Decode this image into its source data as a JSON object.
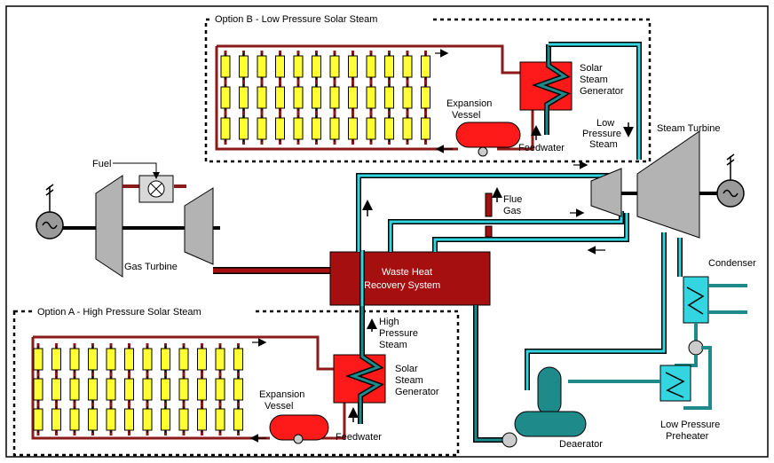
{
  "labels": {
    "option_b": "Option B - Low Pressure Solar Steam",
    "option_a": "Option A - High Pressure Solar Steam",
    "fuel": "Fuel",
    "gas_turbine": "Gas Turbine",
    "steam_turbine": "Steam Turbine",
    "condenser": "Condenser",
    "flue_gas_1": "Flue",
    "flue_gas_2": "Gas",
    "whrs_1": "Waste Heat",
    "whrs_2": "Recovery System",
    "deaerator": "Deaerator",
    "lp_preheater_1": "Low Pressure",
    "lp_preheater_2": "Preheater",
    "sg_b_1": "Solar",
    "sg_b_2": "Steam",
    "sg_b_3": "Generator",
    "sg_a_1": "Solar",
    "sg_a_2": "Steam",
    "sg_a_3": "Generator",
    "exp_b_1": "Expansion",
    "exp_b_2": "Vessel",
    "exp_a_1": "Expansion",
    "exp_a_2": "Vessel",
    "feedwater_b": "Feedwater",
    "feedwater_a": "Feedwater",
    "lps_1": "Low",
    "lps_2": "Pressure",
    "lps_3": "Steam",
    "hps_1": "High",
    "hps_2": "Pressure",
    "hps_3": "Steam"
  },
  "colors": {
    "collector": "#ffff33",
    "solar_loop": "#8b1a1a",
    "steam_cyan": "#33d6e0",
    "water_teal": "#1f8a8a",
    "whrs": "#a50f10",
    "vessel": "#ff1a1a",
    "turbine_gray": "#b3b3b3"
  },
  "icons": [
    "generator-icon",
    "fuel-valve-icon",
    "pump-icon"
  ]
}
